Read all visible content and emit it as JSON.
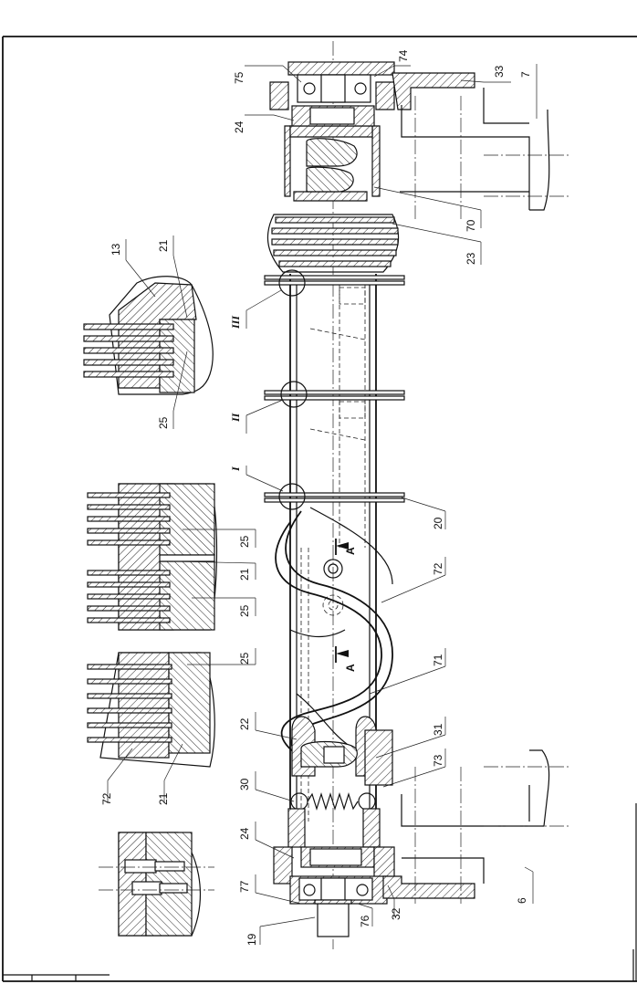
{
  "callouts": {
    "c75": "75",
    "c74": "74",
    "c33": "33",
    "c7": "7",
    "c24a": "24",
    "c70": "70",
    "c23": "23",
    "c13": "13",
    "c21a": "21",
    "c25a": "25",
    "cIII": "III",
    "cII": "II",
    "cI": "I",
    "c20": "20",
    "c25b": "25",
    "c21b": "21",
    "c25c": "25",
    "c72a": "72",
    "c25d": "25",
    "c72b": "72",
    "c21c": "21",
    "c71": "71",
    "c22": "22",
    "c31": "31",
    "c73": "73",
    "c30": "30",
    "c24b": "24",
    "c77": "77",
    "c6": "6",
    "c32": "32",
    "c76": "76",
    "c19": "19"
  },
  "section_marks": {
    "upper": "A",
    "lower": "A"
  },
  "colors": {
    "line": "#111111",
    "paper": "#ffffff"
  }
}
